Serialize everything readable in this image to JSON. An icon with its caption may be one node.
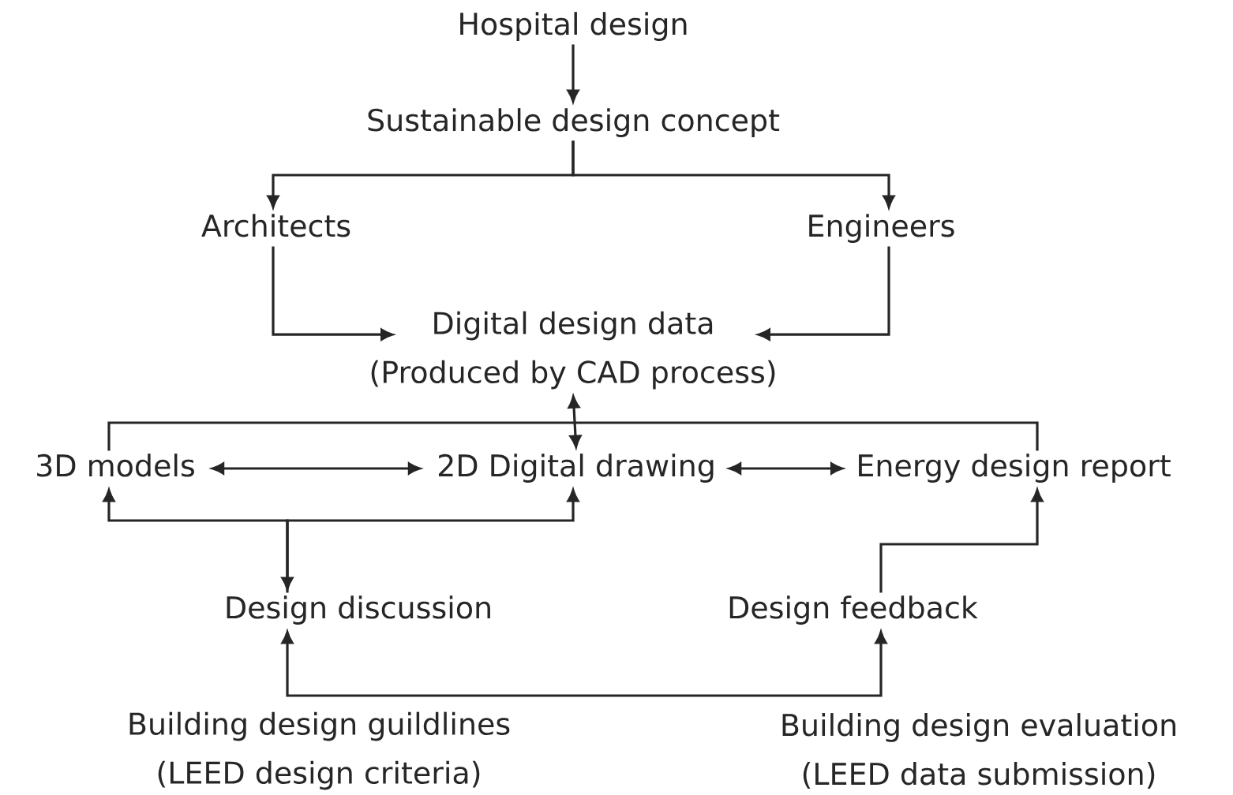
{
  "diagram": {
    "nodes": [
      {
        "text": [
          "Hospital design"
        ]
      },
      {
        "text": [
          "Sustainable design concept"
        ]
      },
      {
        "text": [
          "Architects"
        ]
      },
      {
        "text": [
          "Engineers"
        ]
      },
      {
        "text": [
          "Digital design data",
          "(Produced by CAD process)"
        ]
      },
      {
        "text": [
          "3D models"
        ]
      },
      {
        "text": [
          "2D Digital drawing"
        ]
      },
      {
        "text": [
          "Energy design report"
        ]
      },
      {
        "text": [
          "Design discussion"
        ]
      },
      {
        "text": [
          "Design feedback"
        ]
      },
      {
        "text": [
          "Building design guildlines",
          "(LEED design criteria)"
        ]
      },
      {
        "text": [
          "Building design evaluation",
          "(LEED data submission)"
        ]
      }
    ],
    "edges": [
      {
        "from": 0,
        "to": 1,
        "arrow": "to"
      },
      {
        "from": 1,
        "to": 2,
        "arrow": "to"
      },
      {
        "from": 1,
        "to": 3,
        "arrow": "to"
      },
      {
        "from": 2,
        "to": 4,
        "arrow": "to"
      },
      {
        "from": 3,
        "to": 4,
        "arrow": "to"
      },
      {
        "from": 4,
        "to": 6,
        "arrow": "both"
      },
      {
        "from": 5,
        "to": 7,
        "arrow": "none"
      },
      {
        "from": 5,
        "to": 6,
        "arrow": "both"
      },
      {
        "from": 6,
        "to": 7,
        "arrow": "both"
      },
      {
        "from": 8,
        "to": 5,
        "arrow": "both"
      },
      {
        "from": 8,
        "to": 6,
        "arrow": "to"
      },
      {
        "from": 9,
        "to": 7,
        "arrow": "to"
      },
      {
        "from": 8,
        "to": 9,
        "arrow": "both"
      }
    ]
  }
}
